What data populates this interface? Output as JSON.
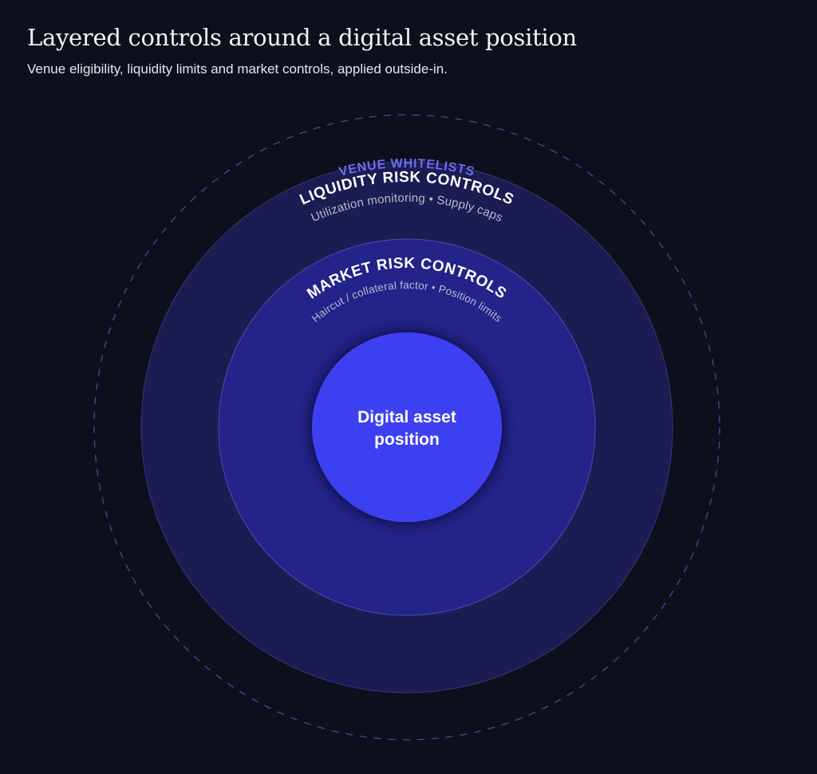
{
  "header": {
    "title": "Layered controls around a digital asset position",
    "subtitle": "Venue eligibility, liquidity limits and market controls, applied outside-in."
  },
  "diagram": {
    "layers": [
      {
        "id": "venue",
        "title": "VENUE WHITELISTS",
        "style": "dashed outline",
        "color": "#6b6df0"
      },
      {
        "id": "liquidity",
        "title": "LIQUIDITY RISK CONTROLS",
        "subtitle": "Utilization monitoring • Supply caps",
        "fill": "#1b1c52"
      },
      {
        "id": "market",
        "title": "MARKET RISK CONTROLS",
        "subtitle": "Haircut / collateral factor • Position limits",
        "fill": "#23238a"
      }
    ],
    "core": {
      "line1": "Digital asset",
      "line2": "position",
      "fill": "#3c40f0"
    }
  }
}
